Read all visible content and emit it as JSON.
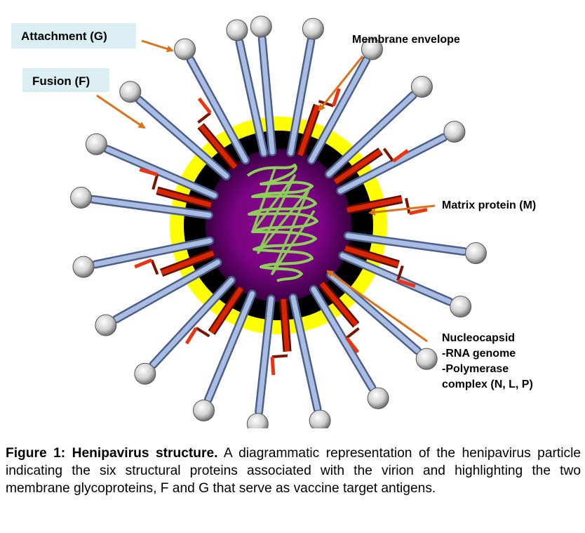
{
  "labels": {
    "attachment": "Attachment (G)",
    "fusion": "Fusion (F)",
    "membrane": "Membrane envelope",
    "matrix": "Matrix protein (M)",
    "nucleocapsid": [
      "Nucleocapsid",
      "-RNA genome",
      "-Polymerase",
      "complex (N, L, P)"
    ]
  },
  "caption": {
    "bold": "Figure 1: Henipavirus structure.",
    "text": " A diagrammatic representation of the henipavirus particle indicating the six structural proteins associated with the virion and highlighting the two membrane glycoproteins, F and G that serve as vaccine target antigens."
  },
  "colors": {
    "envelope": "#ffff00",
    "matrix_layer": "#000000",
    "core_center": "#8a0a8c",
    "core_edge": "#3a0042",
    "rna": "#8cd05a",
    "g_stalk": "#9fb4da",
    "g_head": "#d8d8d8",
    "f_protein": "#cc2200",
    "f_tip": "#ee3311",
    "arrow": "#e07018",
    "label_box": "#dbeef3"
  }
}
